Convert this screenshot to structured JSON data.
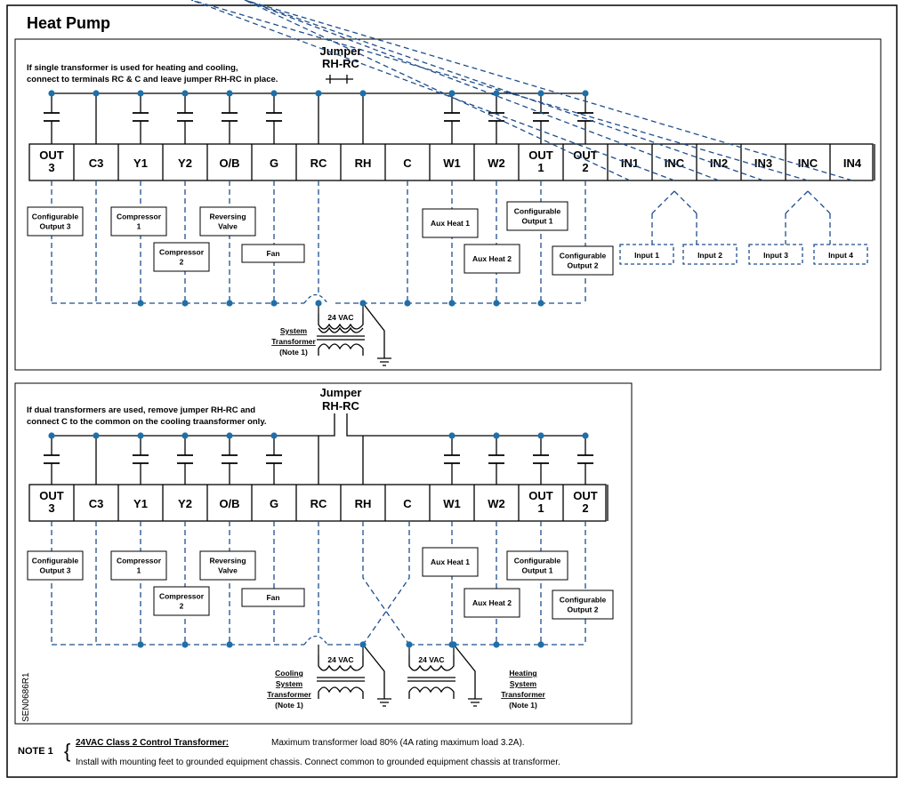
{
  "title": "Heat Pump",
  "diagram1": {
    "jumper_label": [
      "Jumper",
      "RH-RC"
    ],
    "note": [
      "If single transformer is used for heating and cooling,",
      "connect to terminals RC & C and leave jumper RH-RC in place."
    ],
    "terminals": [
      [
        "OUT",
        "3"
      ],
      [
        "C3"
      ],
      [
        "Y1"
      ],
      [
        "Y2"
      ],
      [
        "O/B"
      ],
      [
        "G"
      ],
      [
        "RC"
      ],
      [
        "RH"
      ],
      [
        "C"
      ],
      [
        "W1"
      ],
      [
        "W2"
      ],
      [
        "OUT",
        "1"
      ],
      [
        "OUT",
        "2"
      ],
      [
        "IN1"
      ],
      [
        "INC"
      ],
      [
        "IN2"
      ],
      [
        "IN3"
      ],
      [
        "INC"
      ],
      [
        "IN4"
      ]
    ],
    "loads": [
      [
        "Configurable",
        "Output 3"
      ],
      [
        "Compressor",
        "1"
      ],
      [
        "Compressor",
        "2"
      ],
      [
        "Reversing",
        "Valve"
      ],
      [
        "Fan"
      ],
      [
        "Aux Heat 1"
      ],
      [
        "Aux Heat 2"
      ],
      [
        "Configurable",
        "Output 1"
      ],
      [
        "Configurable",
        "Output 2"
      ]
    ],
    "inputs": [
      "Input 1",
      "Input 2",
      "Input 3",
      "Input 4"
    ],
    "vac": "24 VAC",
    "transformer_label": [
      "System",
      "Transformer",
      "(Note 1)"
    ]
  },
  "diagram2": {
    "jumper_label": [
      "Jumper",
      "RH-RC"
    ],
    "note": [
      "If dual transformers are used, remove jumper RH-RC and",
      "connect C to the common on the cooling traansformer only."
    ],
    "terminals": [
      [
        "OUT",
        "3"
      ],
      [
        "C3"
      ],
      [
        "Y1"
      ],
      [
        "Y2"
      ],
      [
        "O/B"
      ],
      [
        "G"
      ],
      [
        "RC"
      ],
      [
        "RH"
      ],
      [
        "C"
      ],
      [
        "W1"
      ],
      [
        "W2"
      ],
      [
        "OUT",
        "1"
      ],
      [
        "OUT",
        "2"
      ]
    ],
    "loads": [
      [
        "Configurable",
        "Output 3"
      ],
      [
        "Compressor",
        "1"
      ],
      [
        "Compressor",
        "2"
      ],
      [
        "Reversing",
        "Valve"
      ],
      [
        "Fan"
      ],
      [
        "Aux Heat 1"
      ],
      [
        "Aux Heat 2"
      ],
      [
        "Configurable",
        "Output 1"
      ],
      [
        "Configurable",
        "Output 2"
      ]
    ],
    "vac": "24 VAC",
    "cooling_label": [
      "Cooling",
      "System",
      "Transformer",
      "(Note 1)"
    ],
    "heating_label": [
      "Heating",
      "System",
      "Transformer",
      "(Note 1)"
    ],
    "side_id": "SEN0686R1"
  },
  "footer": {
    "note_label": "NOTE 1",
    "brace": "{",
    "heading": "24VAC Class 2 Control Transformer:",
    "line1_rest": "Maximum transformer load 80% (4A rating maximum load 3.2A).",
    "line2": "Install with mounting feet to grounded equipment chassis. Connect common to grounded equipment chassis at transformer."
  }
}
